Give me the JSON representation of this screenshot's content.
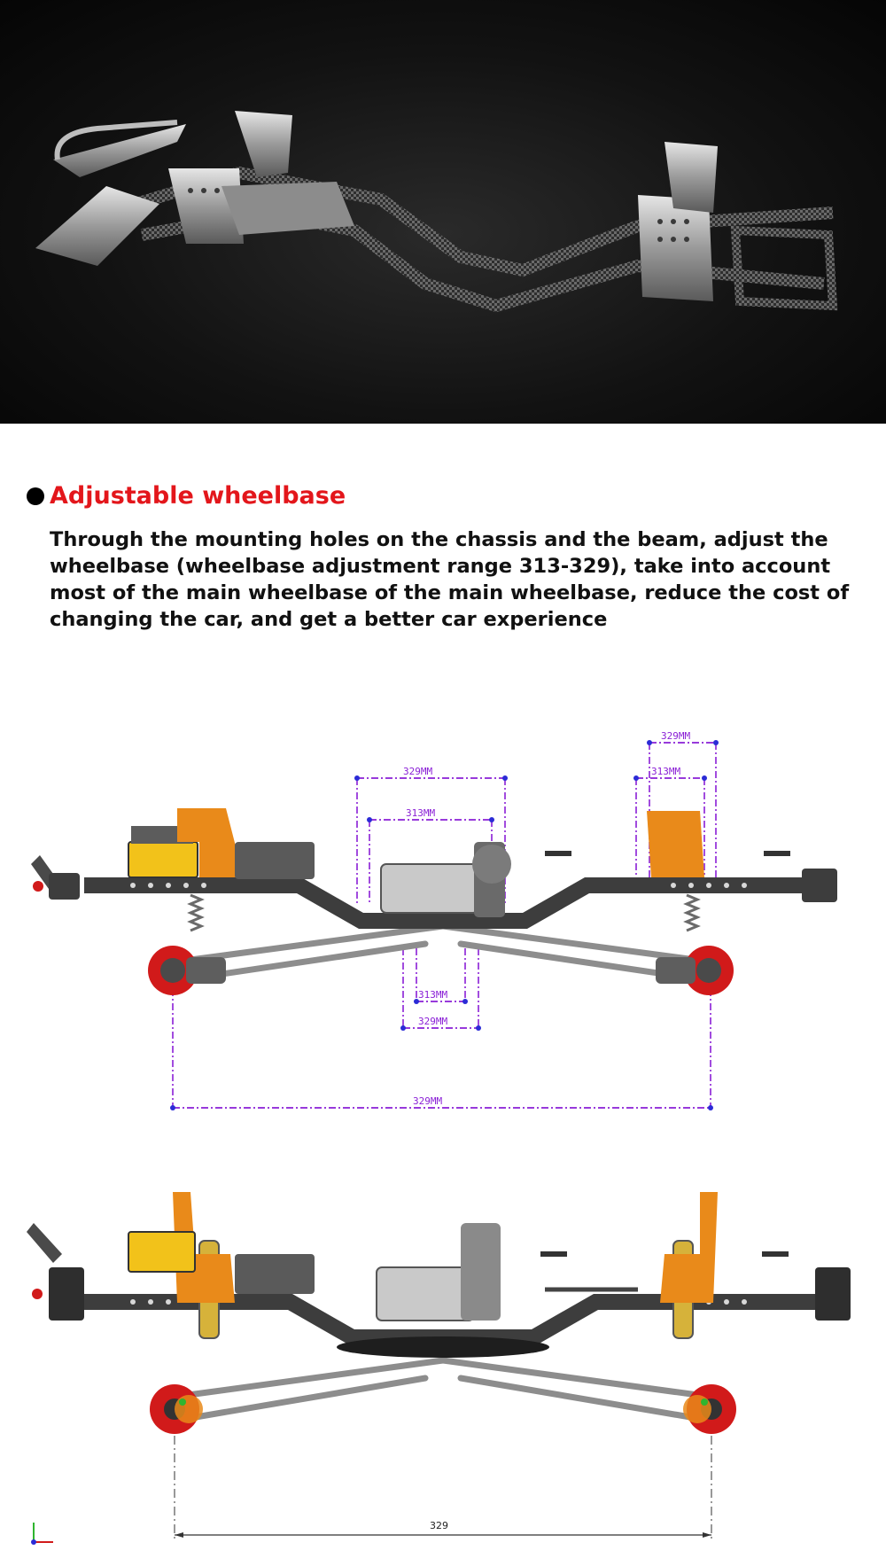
{
  "section": {
    "title": "Adjustable wheelbase",
    "description": "Through the mounting holes on the chassis and the beam, adjust the wheelbase (wheelbase adjustment range 313-329), take into account most of the main wheelbase of the main wheelbase, reduce the cost of changing the car, and get a better car experience"
  },
  "diagram1": {
    "dim_top_left_329": "329MM",
    "dim_top_left_313": "313MM",
    "dim_top_right_329": "329MM",
    "dim_top_right_313": "313MM",
    "dim_center_313": "313MM",
    "dim_center_329": "329MM",
    "dim_overall": "329MM"
  },
  "diagram2": {
    "dim_overall": "329"
  },
  "colors": {
    "title": "#e3161b",
    "dimension": "#8a1fd6",
    "bracket": "#e98a1a",
    "servo": "#f2c21a",
    "hub": "#d11a1a",
    "chassis": "#3d3d3d"
  }
}
